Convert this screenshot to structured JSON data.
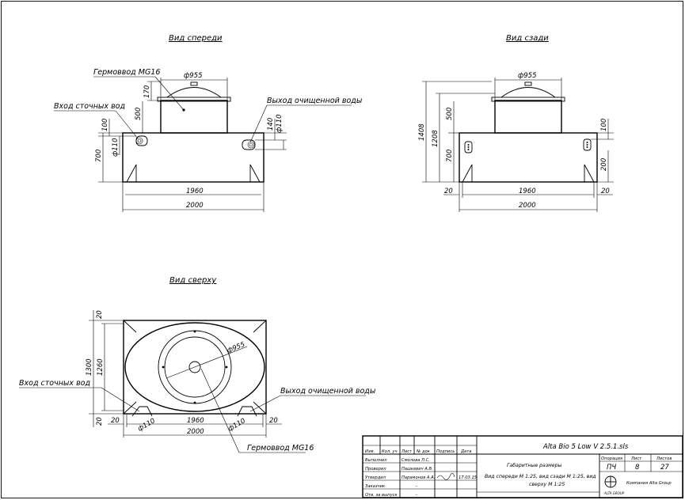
{
  "views": {
    "front": {
      "title": "Вид спереди",
      "labels": {
        "hermovvod": "Гермоввод MG16",
        "inlet": "Вход сточных вод",
        "outlet": "Выход очищенной воды"
      },
      "dims": {
        "d955": "ф955",
        "h170": "170",
        "h500": "500",
        "h100": "100",
        "h140": "140",
        "d110a": "ф110",
        "h700": "700",
        "d110b": "ф110",
        "w1960": "1960",
        "w2000": "2000"
      }
    },
    "rear": {
      "title": "Вид сзади",
      "dims": {
        "d955": "ф955",
        "h1408": "1408",
        "h1208": "1208",
        "h500": "500",
        "h700": "700",
        "h100": "100",
        "h200": "200",
        "w20a": "20",
        "w1960": "1960",
        "w20b": "20",
        "w2000": "2000"
      }
    },
    "top": {
      "title": "Вид сверху",
      "labels": {
        "inlet": "Вход сточных вод",
        "outlet": "Выход очищенной воды",
        "hermovvod": "Гермоввод MG16"
      },
      "dims": {
        "d955": "ф955",
        "h20a": "20",
        "h1300": "1300",
        "h1260": "1260",
        "h20b": "20",
        "w20a": "20",
        "w1960": "1960",
        "w20b": "20",
        "w2000": "2000",
        "d110a": "ф110",
        "d110b": "ф110"
      }
    }
  },
  "title_block": {
    "headers": {
      "izm": "Изм.",
      "kol": "Кол. уч",
      "list": "Лист",
      "ndoc": "№ док",
      "podp": "Подпись",
      "data": "Дата"
    },
    "roles": [
      {
        "role": "Выполнил",
        "name": "Смолова Л.С.",
        "date": ""
      },
      {
        "role": "Проверил",
        "name": "Пашкевич А.В.",
        "date": ""
      },
      {
        "role": "Утвердил",
        "name": "Парамонов А.А.",
        "date": "17.03.15"
      },
      {
        "role": "Заказчик",
        "name": "-",
        "date": ""
      },
      {
        "role": "Отв. за выпуск",
        "name": "-",
        "date": ""
      }
    ],
    "doc_name": "Alta Bio 5 Low V 2.5.1.sls",
    "desc_title": "Габаритные размеры",
    "desc_body_1": "Вид спереди М 1:25, вид сзади М 1:25, вид",
    "desc_body_2": "сверху М 1:25",
    "stage_header": "Опорация",
    "sheet_header": "Лист",
    "sheets_header": "Листов",
    "stage": "ПЧ",
    "sheet": "8",
    "sheets": "27",
    "company": "Компания Alta Group",
    "logo_text": "ALTA GROUP"
  }
}
